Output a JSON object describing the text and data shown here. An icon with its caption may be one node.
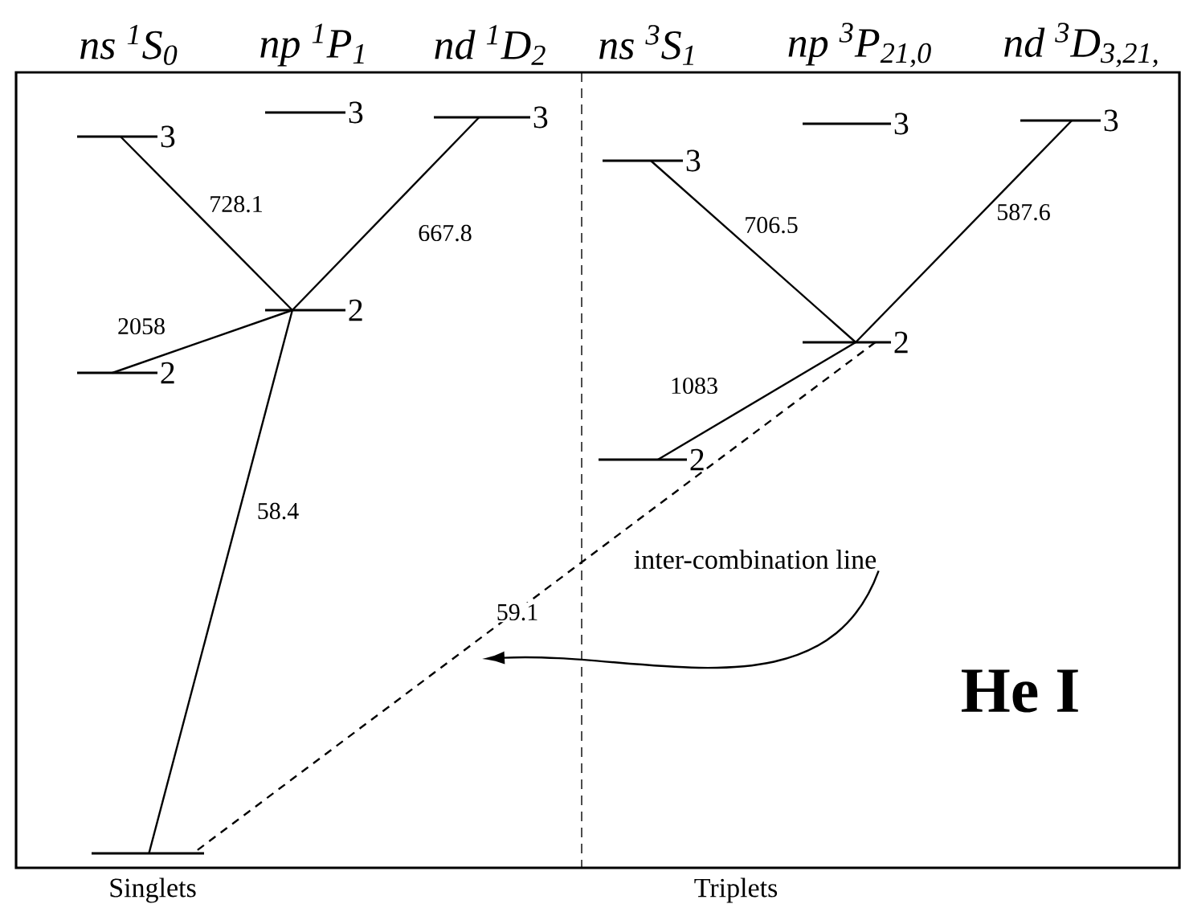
{
  "diagram": {
    "nodes": [
      {
        "text": [
          "3"
        ]
      },
      {
        "text": [
          "3"
        ]
      },
      {
        "text": [
          "3"
        ]
      },
      {
        "text": [
          "2"
        ]
      },
      {
        "text": [
          "2"
        ]
      },
      {
        "text": [],
        "shape": "bar"
      },
      {
        "text": [
          "3"
        ]
      },
      {
        "text": [
          "3"
        ]
      },
      {
        "text": [
          "3"
        ]
      },
      {
        "text": [
          "2"
        ]
      },
      {
        "text": [
          "2"
        ]
      },
      {
        "text": [
          "inter-combination line"
        ]
      }
    ],
    "edges": [
      {
        "from": 0,
        "to": 3,
        "arrow": "none",
        "label": "728.1"
      },
      {
        "from": 2,
        "to": 3,
        "arrow": "none",
        "label": "667.8"
      },
      {
        "from": 3,
        "to": 4,
        "arrow": "none",
        "label": "2058"
      },
      {
        "from": 3,
        "to": 5,
        "arrow": "none",
        "label": "58.4"
      },
      {
        "from": 6,
        "to": 9,
        "arrow": "none",
        "label": "706.5"
      },
      {
        "from": 8,
        "to": 9,
        "arrow": "none",
        "label": "587.6"
      },
      {
        "from": 9,
        "to": 10,
        "arrow": "none",
        "label": "1083"
      },
      {
        "from": 9,
        "to": 5,
        "arrow": "none",
        "label": "59.1",
        "style": "dashed"
      },
      {
        "from": 11,
        "to": null,
        "arrow": "to"
      }
    ],
    "labels": [
      "*ns* $^{1}$*S*$_{0}$",
      "*np* $^{1}$*P*$_{1}$",
      "*nd* $^{1}$*D*$_{2}$",
      "*ns* $^{3}$*S*$_{1}$",
      "*np* $^{3}$*P*$_{21,0}$",
      "*nd* $^{3}$*D*$_{3,21,}$",
      "He I",
      "Singlets",
      "Triplets"
    ]
  }
}
